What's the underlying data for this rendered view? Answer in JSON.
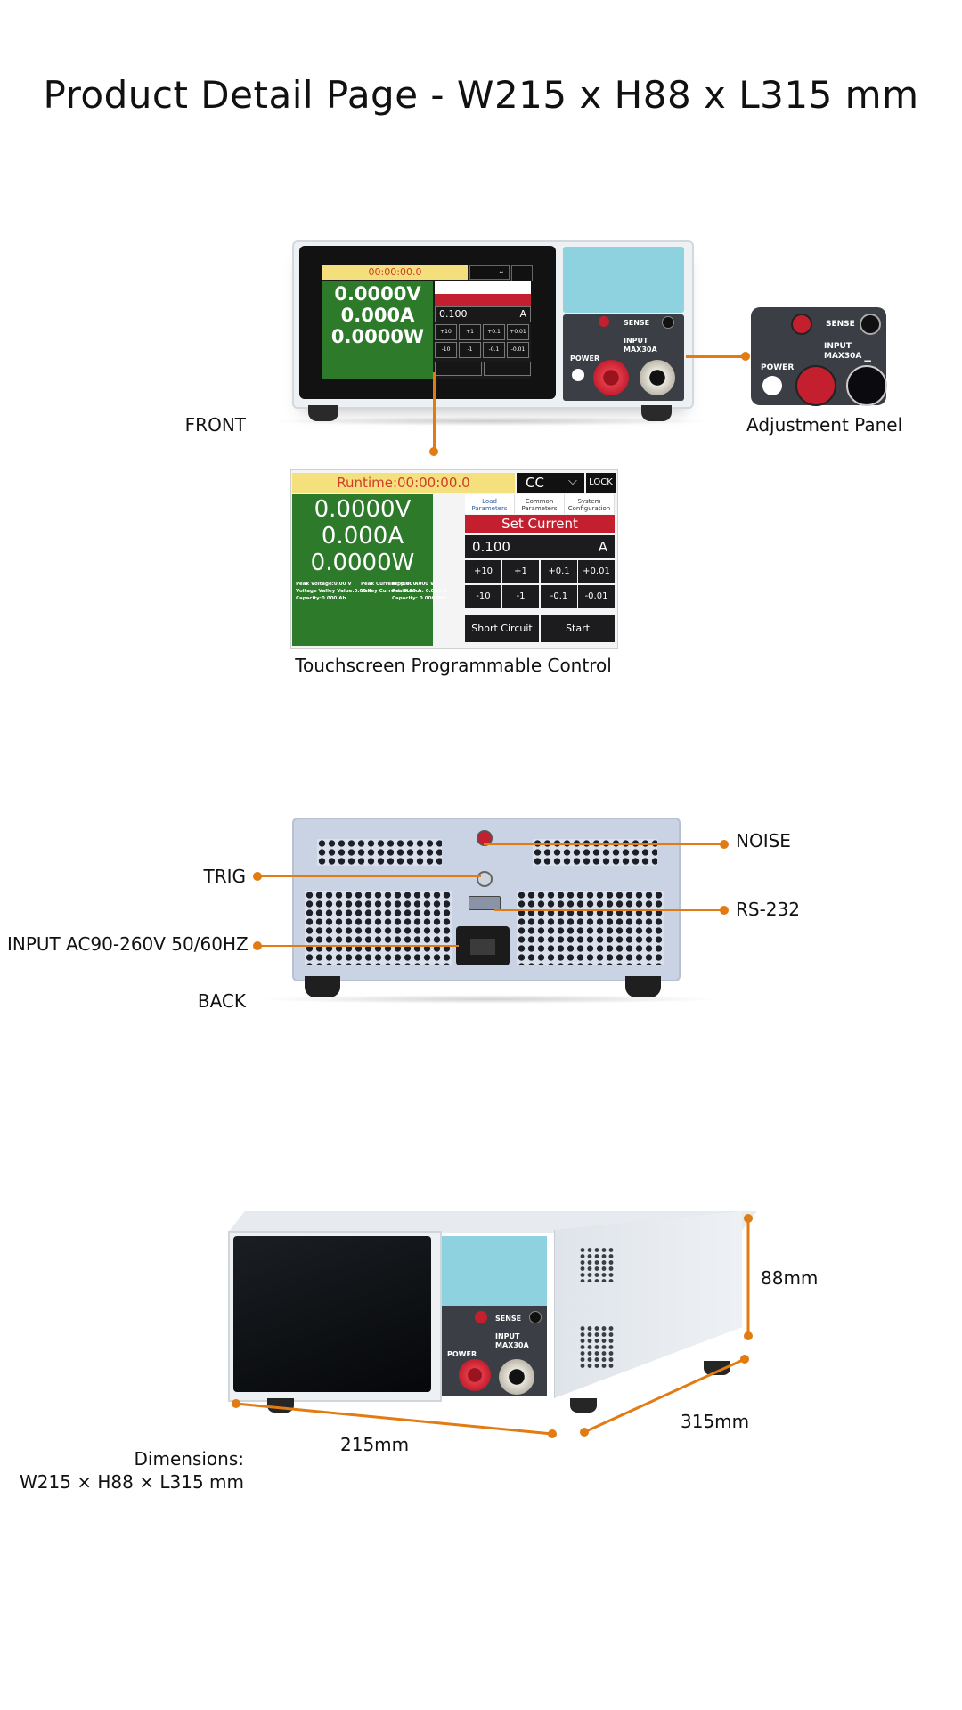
{
  "page_title": "Product Detail Page - W215 x H88 x L315 mm",
  "colors": {
    "accent": "#e27b12",
    "screen_green": "#2d7a2a",
    "screen_red": "#c41f2f",
    "panel_cyan": "#8fd2df"
  },
  "front_section": {
    "label_front": "FRONT",
    "label_adjustment_panel": "Adjustment Panel",
    "mini_screen": {
      "runtime": "00:00:00.0",
      "voltage": "0.0000V",
      "current": "0.000A",
      "power": "0.0000W",
      "value": "0.100",
      "unit": "A",
      "buttons_top": [
        "+10",
        "+1",
        "+0.1",
        "+0.01"
      ],
      "buttons_bottom": [
        "-10",
        "-1",
        "-0.1",
        "-0.01"
      ]
    },
    "panel": {
      "sense": "SENSE",
      "power": "POWER",
      "input": "INPUT",
      "max": "MAX30A",
      "plus": "+",
      "minus": "−"
    }
  },
  "touchscreen": {
    "caption": "Touchscreen Programmable Control",
    "runtime": "Runtime:00:00:00.0",
    "mode": "CC",
    "lock": "LOCK",
    "voltage": "0.0000V",
    "current": "0.000A",
    "power": "0.0000W",
    "stats_col1": [
      "Peak Voltage:0.00 V",
      "Voltage Valley Value:0.00 V",
      "Capacity:0.000 Ah"
    ],
    "stats_col2": [
      "Peak Current: 0.00 A",
      "Valley Current: 0.00 A"
    ],
    "stats_col3": [
      "Ripple: 0.000 V",
      "Resistance: 0.000 Ω",
      "Capacity: 0.000 Wh"
    ],
    "tabs": [
      "Load Parameters",
      "Common Parameters",
      "System Configuration"
    ],
    "set_current": "Set Current",
    "value": "0.100",
    "unit": "A",
    "buttons_top": [
      "+10",
      "+1",
      "+0.1",
      "+0.01"
    ],
    "buttons_bottom": [
      "-10",
      "-1",
      "-0.1",
      "-0.01"
    ],
    "short_circuit": "Short Circuit",
    "start": "Start"
  },
  "back_section": {
    "label_back": "BACK",
    "label_trig": "TRIG",
    "label_input": "INPUT AC90-260V 50/60HZ",
    "label_noise": "NOISE",
    "label_rs232": "RS-232"
  },
  "dimension_section": {
    "height": "88mm",
    "width": "215mm",
    "length": "315mm",
    "caption_line1": "Dimensions:",
    "caption_line2": "W215 × H88 × L315 mm"
  }
}
